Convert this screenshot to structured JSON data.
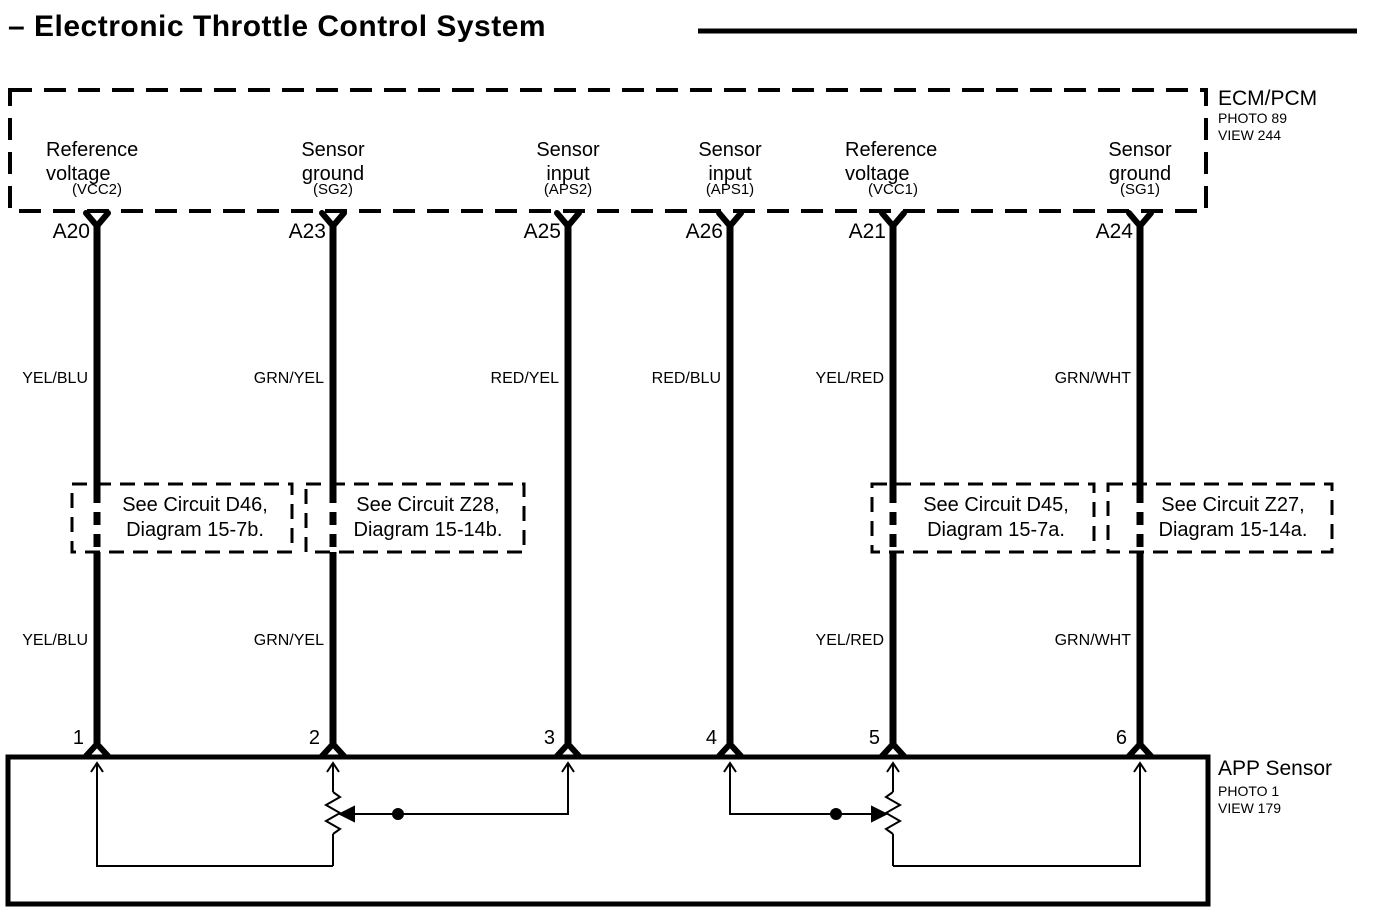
{
  "title": "– Electronic Throttle Control System",
  "ecm_module": {
    "name": "ECM/PCM",
    "photo_ref": "PHOTO 89",
    "view_ref": "VIEW 244"
  },
  "app_sensor": {
    "name": "APP Sensor",
    "photo_ref": "PHOTO 1",
    "view_ref": "VIEW 179"
  },
  "columns": [
    {
      "function_line1": "Reference",
      "function_line2": "voltage",
      "signal": "(VCC2)",
      "ecm_pin": "A20",
      "wire_color_upper": "YEL/BLU",
      "wire_color_lower": "YEL/BLU",
      "sensor_pin": "1"
    },
    {
      "function_line1": "Sensor",
      "function_line2": "ground",
      "signal": "(SG2)",
      "ecm_pin": "A23",
      "wire_color_upper": "GRN/YEL",
      "wire_color_lower": "GRN/YEL",
      "sensor_pin": "2"
    },
    {
      "function_line1": "Sensor",
      "function_line2": "input",
      "signal": "(APS2)",
      "ecm_pin": "A25",
      "wire_color_upper": "RED/YEL",
      "sensor_pin": "3"
    },
    {
      "function_line1": "Sensor",
      "function_line2": "input",
      "signal": "(APS1)",
      "ecm_pin": "A26",
      "wire_color_upper": "RED/BLU",
      "sensor_pin": "4"
    },
    {
      "function_line1": "Reference",
      "function_line2": "voltage",
      "signal": "(VCC1)",
      "ecm_pin": "A21",
      "wire_color_upper": "YEL/RED",
      "wire_color_lower": "YEL/RED",
      "sensor_pin": "5"
    },
    {
      "function_line1": "Sensor",
      "function_line2": "ground",
      "signal": "(SG1)",
      "ecm_pin": "A24",
      "wire_color_upper": "GRN/WHT",
      "wire_color_lower": "GRN/WHT",
      "sensor_pin": "6"
    }
  ],
  "circuit_refs": [
    {
      "line1": "See Circuit D46,",
      "line2": "Diagram 15-7b."
    },
    {
      "line1": "See Circuit Z28,",
      "line2": "Diagram 15-14b."
    },
    {
      "line1": "See Circuit D45,",
      "line2": "Diagram 15-7a."
    },
    {
      "line1": "See Circuit Z27,",
      "line2": "Diagram 15-14a."
    }
  ],
  "colors": {
    "ink": "#000000",
    "background": "#ffffff"
  }
}
